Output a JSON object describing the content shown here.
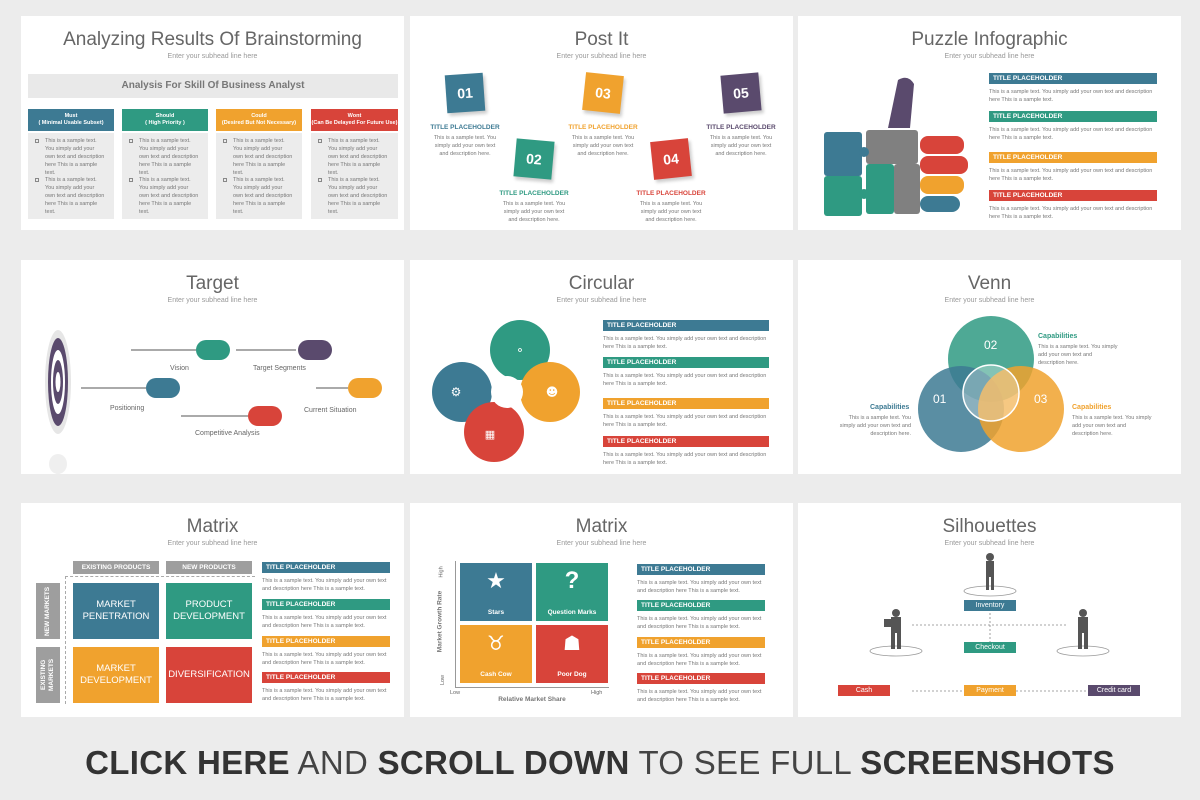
{
  "colors": {
    "teal": "#3d7a93",
    "green": "#2f9a82",
    "orange": "#f0a22e",
    "red": "#d8443a",
    "purple": "#5a4a6d",
    "grey": "#9e9e9e"
  },
  "subhead": "Enter your subhead line here",
  "title_placeholder": "TITLE PLACEHOLDER",
  "sample_text": "This is a sample text. You simply add your own text and description here This is a sample text.",
  "slide1": {
    "title": "Analyzing Results Of Brainstorming",
    "banner": "Analysis For Skill Of Business Analyst",
    "columns": [
      {
        "head": "Must\n( Minimal Usable Subset)"
      },
      {
        "head": "Should\n( High Priority )"
      },
      {
        "head": "Could\n(Desired But Not Necessary)"
      },
      {
        "head": "Wont\n(Can Be Delayed For Future Use)"
      }
    ],
    "bullet1": "This is a sample text. You simply add your own text and description here This is a sample text.",
    "bullet2": "This is a sample text. You simply add your own text and description here This is a sample text."
  },
  "slide2": {
    "title": "Post It",
    "notes": [
      {
        "num": "01",
        "title": "TITLE PLACEHOLDER"
      },
      {
        "num": "02",
        "title": "TITLE PLACEHOLDER"
      },
      {
        "num": "03",
        "title": "TITLE PLACEHOLDER"
      },
      {
        "num": "04",
        "title": "TITLE PLACEHOLDER"
      },
      {
        "num": "05",
        "title": "TITLE PLACEHOLDER"
      }
    ],
    "note_text": "This is a sample text. You simply add your own text and description here."
  },
  "slide3": {
    "title": "Puzzle Infographic"
  },
  "slide4": {
    "title": "Target",
    "labels": [
      "Vision",
      "Target Segments",
      "Positioning",
      "Current Situation",
      "Competitive Analysis"
    ]
  },
  "slide5": {
    "title": "Circular"
  },
  "slide6": {
    "title": "Venn",
    "circles": [
      "02",
      "01",
      "03"
    ],
    "cap_title": "Capabilities",
    "cap_text": "This is a sample text. You simply add your own text and description here."
  },
  "slide7": {
    "title": "Matrix",
    "col_heads": [
      "EXISTING PRODUCTS",
      "NEW PRODUCTS"
    ],
    "row_heads": [
      "NEW MARKETS",
      "EXISTING MARKETS"
    ],
    "cells": [
      "MARKET PENETRATION",
      "PRODUCT DEVELOPMENT",
      "MARKET DEVELOPMENT",
      "DIVERSIFICATION"
    ]
  },
  "slide8": {
    "title": "Matrix",
    "cells": [
      "Stars",
      "Question Marks",
      "Cash Cow",
      "Poor Dog"
    ],
    "y_axis": "Market Growth Rate",
    "x_axis": "Relative Market Share",
    "high": "High",
    "low": "Low"
  },
  "slide9": {
    "title": "Silhouettes",
    "labels": [
      "Inventory",
      "Checkout",
      "Cash",
      "Payment",
      "Credit card"
    ]
  },
  "footer": {
    "p1": "CLICK HERE",
    "p2": " AND ",
    "p3": "SCROLL DOWN",
    "p4": " TO SEE FULL ",
    "p5": "SCREENSHOTS"
  }
}
